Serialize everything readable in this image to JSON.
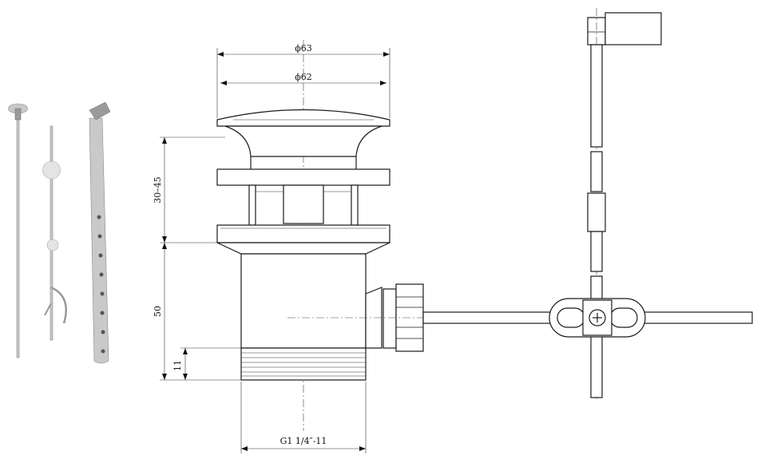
{
  "dimensions": {
    "outer_diameter": "ϕ63",
    "inner_diameter": "ϕ62",
    "adjustable_height": "30–45",
    "body_height": "50",
    "thread_height": "11",
    "thread_spec": "G1 1/4″-11"
  },
  "colors": {
    "line": "#1a1a1a",
    "photo_metal": "#c9c9c9",
    "background": "#ffffff"
  }
}
